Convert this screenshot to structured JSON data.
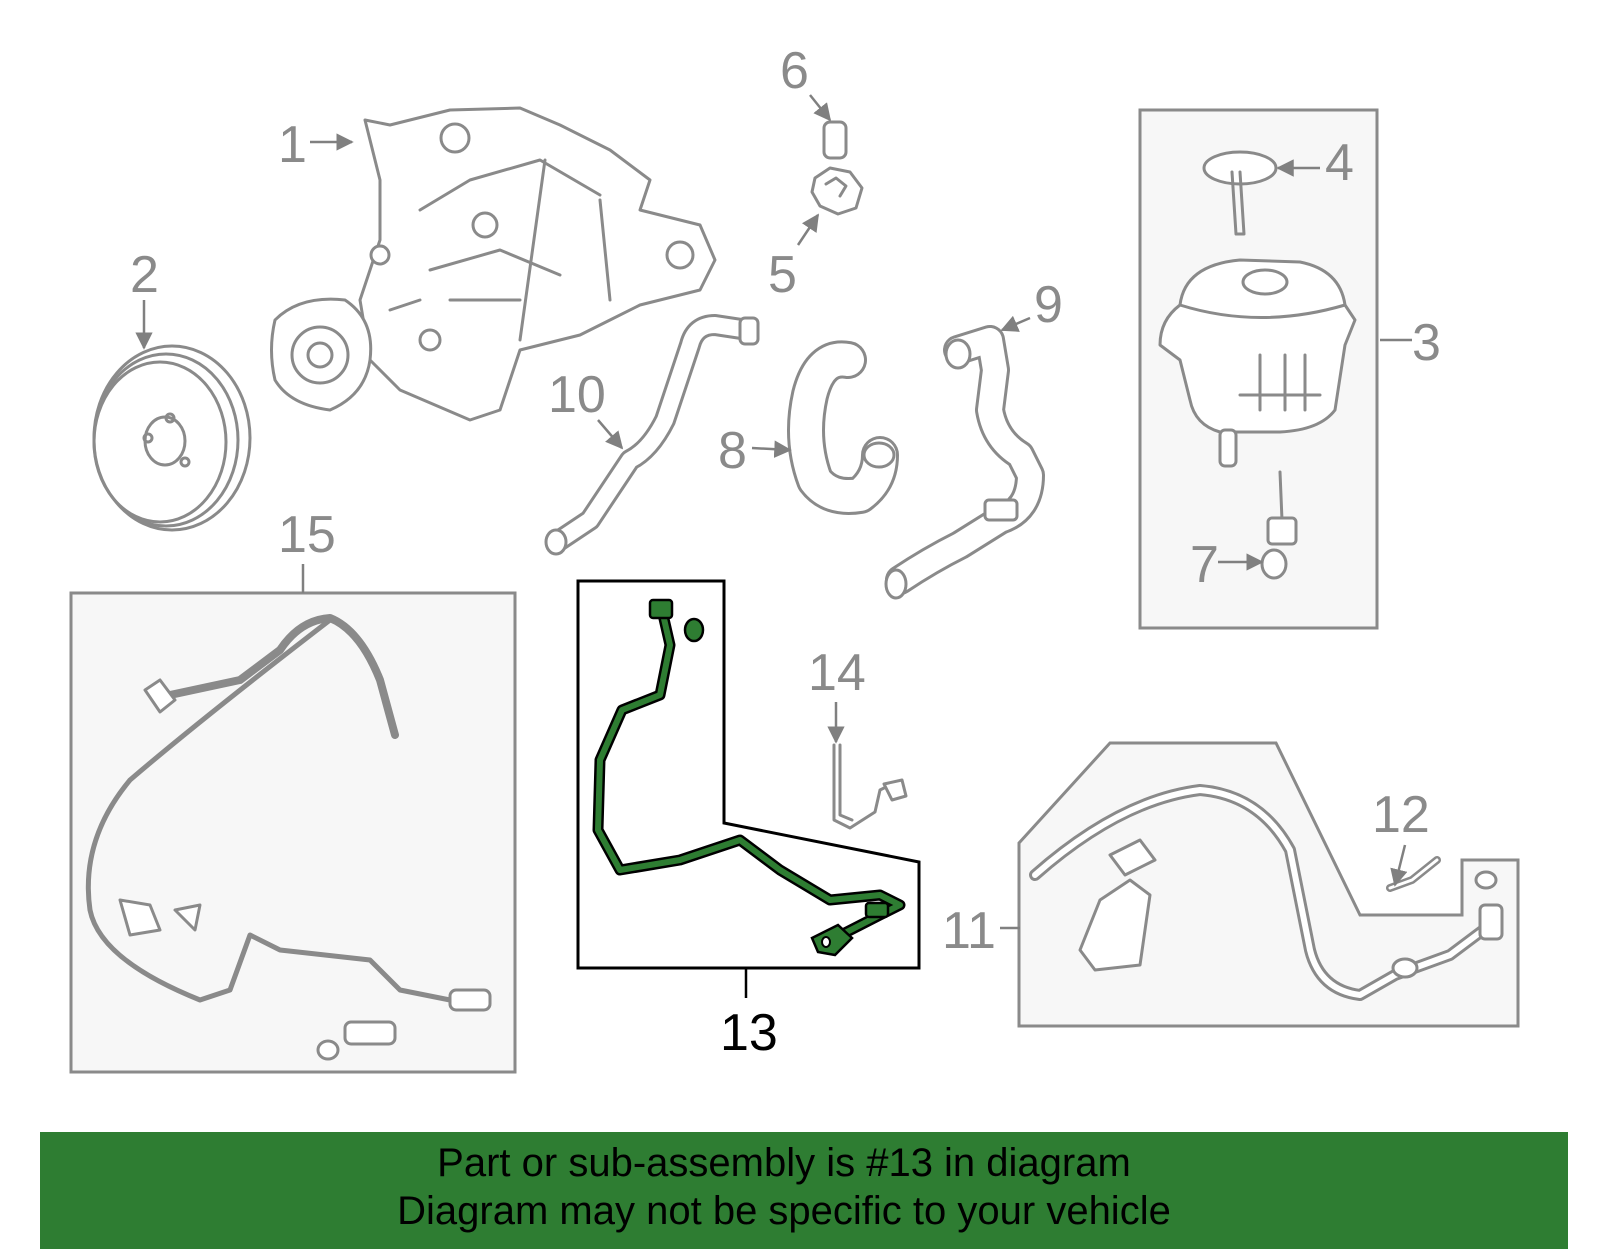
{
  "callouts": {
    "c1": "1",
    "c2": "2",
    "c3": "3",
    "c4": "4",
    "c5": "5",
    "c6": "6",
    "c7": "7",
    "c8": "8",
    "c9": "9",
    "c10": "10",
    "c11": "11",
    "c12": "12",
    "c13": "13",
    "c14": "14",
    "c15": "15"
  },
  "highlight": {
    "part": "13",
    "color": "#2e7d32"
  },
  "banner": {
    "line1": "Part or sub-assembly is #13 in diagram",
    "line2": "Diagram may not be specific to your vehicle",
    "background": "#2e7d32"
  }
}
